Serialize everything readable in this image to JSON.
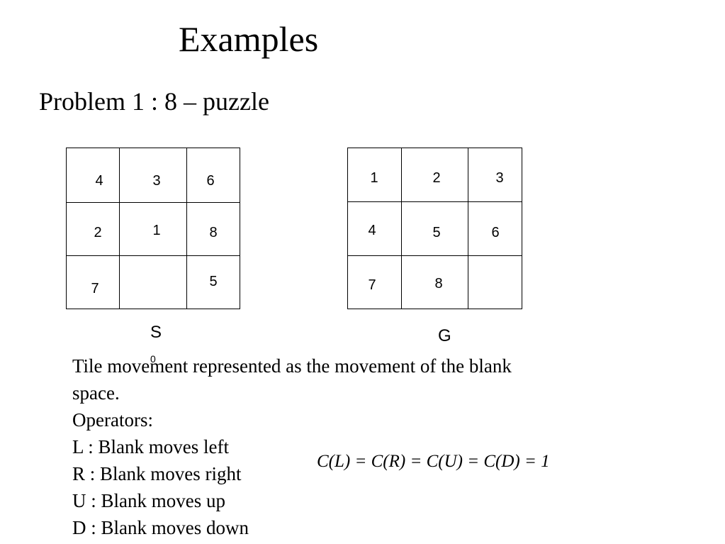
{
  "title": "Examples",
  "subtitle": "Problem 1 : 8 – puzzle",
  "start_state": {
    "label": "S",
    "label_subscript": "0",
    "tiles": [
      "4",
      "3",
      "6",
      "2",
      "1",
      "8",
      "7",
      "5"
    ]
  },
  "goal_state": {
    "label": "G",
    "tiles": [
      "1",
      "2",
      "3",
      "4",
      "5",
      "6",
      "7",
      "8"
    ]
  },
  "body": {
    "line1": "Tile movement represented as the movement of the blank",
    "line2": "space.",
    "operators_heading": "Operators:",
    "op_left": "L : Blank moves left",
    "op_right": "R : Blank moves right",
    "op_up": "U : Blank moves up",
    "op_down": "D : Blank moves down"
  },
  "formula": "C(L) = C(R) = C(U) = C(D) = 1"
}
